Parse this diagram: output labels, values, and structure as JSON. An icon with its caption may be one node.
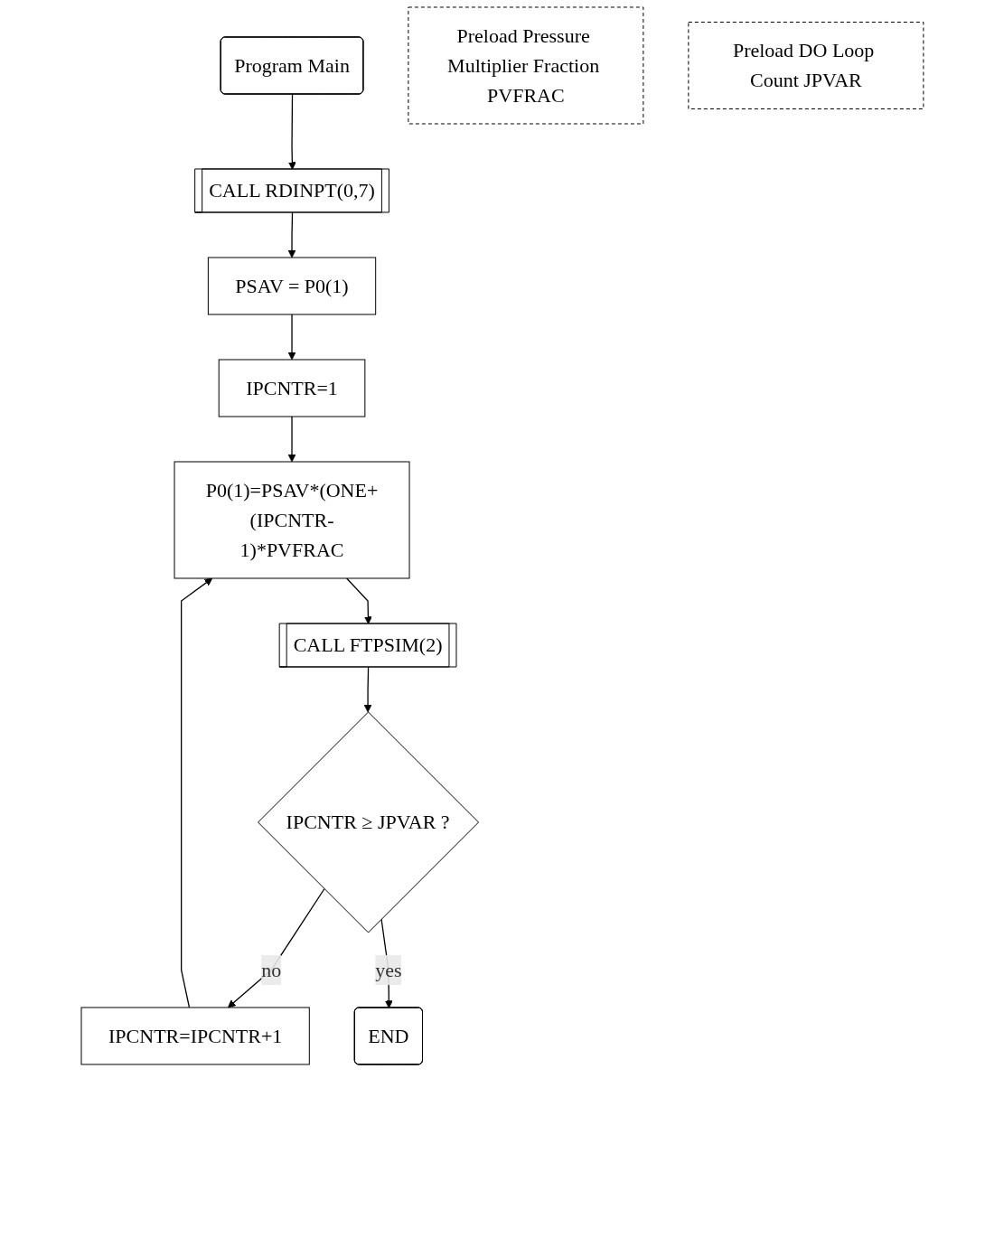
{
  "diagram": {
    "nodes": [
      {
        "text": [
          "Program Main"
        ]
      },
      {
        "text": [
          "Preload Pressure Multiplier Fraction PVFRAC"
        ]
      },
      {
        "text": [
          "Preload DO Loop Count JPVAR"
        ]
      },
      {
        "text": [
          "CALL RDINPT(0,7)"
        ]
      },
      {
        "text": [
          "PSAV = P0(1)"
        ]
      },
      {
        "text": [
          "IPCNTR=1"
        ]
      },
      {
        "text": [
          "P0(1)=PSAV*(ONE+(IPCNTR-1)*PVFRAC"
        ]
      },
      {
        "text": [
          "CALL FTPSIM(2)"
        ]
      },
      {
        "text": [
          "IPCNTR ≥ JPVAR ?"
        ]
      },
      {
        "text": [
          "IPCNTR=IPCNTR+1"
        ]
      },
      {
        "text": [
          "END"
        ]
      }
    ],
    "edges": [
      {
        "from": 0,
        "to": 3,
        "arrow": "to"
      },
      {
        "from": 3,
        "to": 4,
        "arrow": "to"
      },
      {
        "from": 4,
        "to": 5,
        "arrow": "to"
      },
      {
        "from": 5,
        "to": 6,
        "arrow": "to"
      },
      {
        "from": 6,
        "to": 7,
        "arrow": "to"
      },
      {
        "from": 7,
        "to": 8,
        "arrow": "to"
      },
      {
        "from": 8,
        "to": 9,
        "label": "no",
        "arrow": "to"
      },
      {
        "from": 9,
        "to": 6,
        "arrow": "to"
      },
      {
        "from": 8,
        "to": 10,
        "label": "yes",
        "arrow": "to"
      }
    ]
  }
}
